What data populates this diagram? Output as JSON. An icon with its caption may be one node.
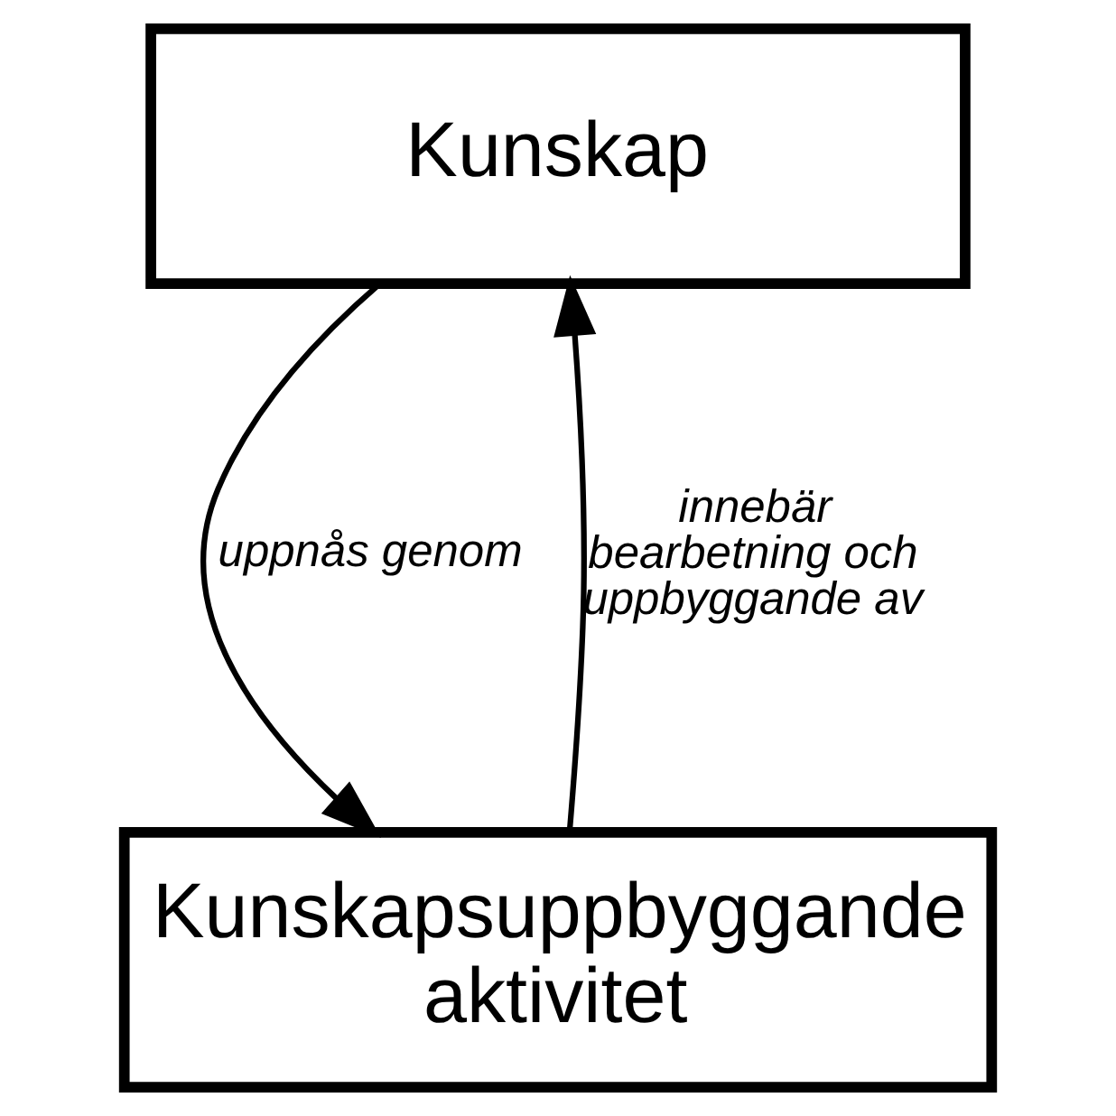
{
  "diagram": {
    "nodes": [
      {
        "text": [
          "Kunskap"
        ]
      },
      {
        "text": [
          "Kunskapsuppbyggande aktivitet"
        ]
      }
    ],
    "edges": [
      {
        "from": 0,
        "to": 1,
        "arrow": "to",
        "label": "uppnås genom"
      },
      {
        "from": 1,
        "to": 0,
        "arrow": "to",
        "label": "innebär bearbetning och uppbyggande av"
      }
    ]
  }
}
